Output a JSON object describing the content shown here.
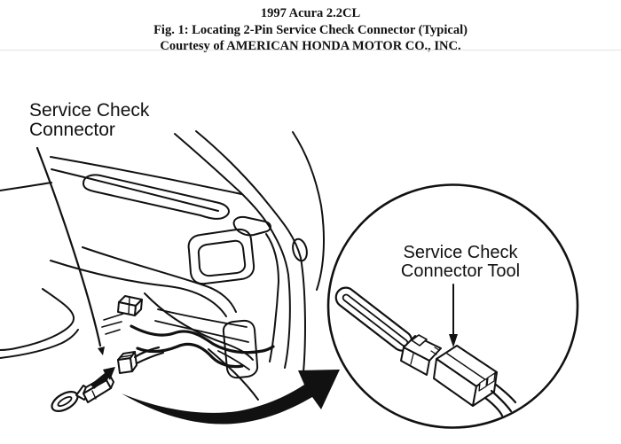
{
  "figure": {
    "title": "1997 Acura 2.2CL",
    "caption": "Fig. 1: Locating 2-Pin Service Check Connector (Typical)",
    "credit": "Courtesy of AMERICAN HONDA MOTOR CO., INC."
  },
  "labels": {
    "connector": {
      "line1": "Service Check",
      "line2": "Connector"
    },
    "tool": {
      "line1": "Service Check",
      "line2": "Connector Tool"
    }
  },
  "colors": {
    "ink": "#111111",
    "background": "#ffffff"
  }
}
